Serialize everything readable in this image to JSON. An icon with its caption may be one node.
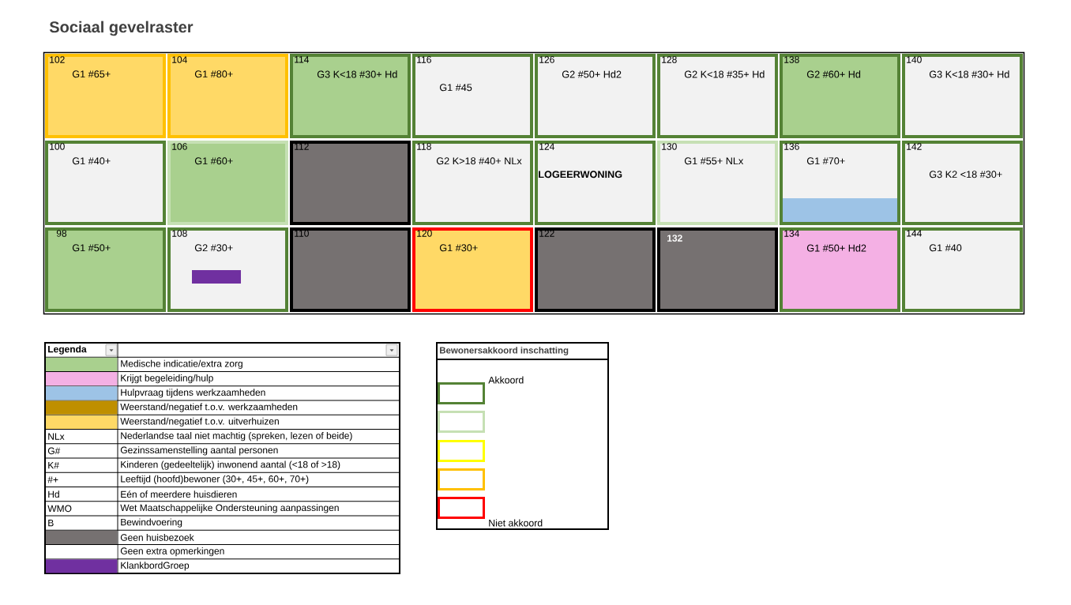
{
  "diagram": {
    "title": "Sociaal gevelraster",
    "nodes": [
      {
        "text": [
          "102",
          "G1 #65+"
        ]
      },
      {
        "text": [
          "104",
          "G1 #80+"
        ]
      },
      {
        "text": [
          "114",
          "G3 K<18 #30+ Hd"
        ]
      },
      {
        "text": [
          "116",
          "G1 #45"
        ]
      },
      {
        "text": [
          "126",
          "G2 #50+ Hd2"
        ]
      },
      {
        "text": [
          "128",
          "G2 K<18 #35+ Hd"
        ]
      },
      {
        "text": [
          "138",
          "G2 #60+ Hd"
        ]
      },
      {
        "text": [
          "140",
          "G3 K<18 #30+ Hd"
        ]
      },
      {
        "text": [
          "100",
          "G1 #40+"
        ]
      },
      {
        "text": [
          "106",
          "G1 #60+"
        ]
      },
      {
        "text": [
          "112"
        ]
      },
      {
        "text": [
          "118",
          "G2 K>18 #40+ NLx"
        ]
      },
      {
        "text": [
          "124",
          "LOGEERWONING"
        ]
      },
      {
        "text": [
          "130",
          "G1 #55+ NLx"
        ]
      },
      {
        "text": [
          "136",
          "G1 #70+"
        ]
      },
      {
        "text": [
          "142",
          "G3 K2 <18 #30+"
        ]
      },
      {
        "text": [
          "98",
          "G1 #50+"
        ]
      },
      {
        "text": [
          "108",
          "G2 #30+"
        ]
      },
      {
        "text": [
          "110"
        ]
      },
      {
        "text": [
          "120",
          "G1 #30+"
        ]
      },
      {
        "text": [
          "122"
        ]
      },
      {
        "text": [
          "132"
        ]
      },
      {
        "text": [
          "134",
          "G1 #50+ Hd2"
        ]
      },
      {
        "text": [
          "144",
          "G1 #40"
        ]
      }
    ],
    "labels": [
      "Legenda",
      "NLx",
      "Nederlandse taal niet machtig (spreken, lezen of beide)",
      "G#",
      "Gezinssamenstelling aantal personen",
      "K#",
      "Kinderen (gedeeltelijk) inwonend aantal (<18 of >18)",
      "#+",
      "Leeftijd (hoofd)bewoner (30+, 45+, 60+, 70+)",
      "Hd",
      "Eén of meerdere huisdieren",
      "WMO",
      "Wet Maatschappelijke Ondersteuning aanpassingen",
      "B",
      "Bewindvoering",
      "Bewonersakkoord inschatting"
    ],
    "legend": [
      {
        "text": "Medische indicatie/extra zorg",
        "color": "#a9d08e"
      },
      {
        "text": "Krijgt begeleiding/hulp",
        "color": "#f4b0e4"
      },
      {
        "text": "Hulpvraag tijdens werkzaamheden",
        "color": "#9dc3e6"
      },
      {
        "text": "Weerstand/negatief t.o.v. werkzaamheden",
        "color": "#bf8f00"
      },
      {
        "text": "Weerstand/negatief t.o.v. uitverhuizen",
        "color": "#ffd966"
      },
      {
        "text": "Geen huisbezoek",
        "color": "#767171"
      },
      {
        "text": "Geen extra opmerkingen",
        "color": "#ffffff"
      },
      {
        "text": "KlankbordGroep",
        "color": "#7030a0"
      },
      {
        "text": "Akkoord",
        "color": "#548235"
      },
      {
        "text": "Niet akkoord",
        "color": "#ff0000"
      }
    ]
  }
}
